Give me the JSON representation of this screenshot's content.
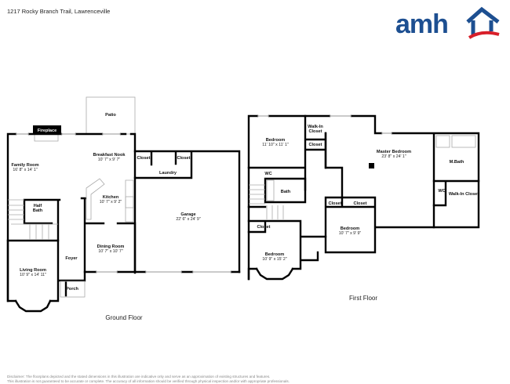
{
  "header": {
    "address": "1217 Rocky Branch Trail, Lawrenceville",
    "logo_text": "amh",
    "logo_colors": {
      "brand_blue": "#1d4f91",
      "brand_red": "#d81f2a"
    }
  },
  "ground_floor": {
    "label": "Ground Floor",
    "rooms": [
      {
        "name": "Patio",
        "dims": ""
      },
      {
        "name": "Fireplace",
        "dims": ""
      },
      {
        "name": "Family Room",
        "dims": "16' 8\" x 14' 1\""
      },
      {
        "name": "Breakfast Nook",
        "dims": "10' 7\" x 9' 7\""
      },
      {
        "name": "Closet",
        "dims": ""
      },
      {
        "name": "Closet",
        "dims": ""
      },
      {
        "name": "Laundry",
        "dims": ""
      },
      {
        "name": "Kitchen",
        "dims": "10' 7\" x 9' 2\""
      },
      {
        "name": "Garage",
        "dims": "22' 6\" x 24' 9\""
      },
      {
        "name": "Half Bath",
        "dims": ""
      },
      {
        "name": "Dining Room",
        "dims": "10' 7\" x 10' 7\""
      },
      {
        "name": "Foyer",
        "dims": ""
      },
      {
        "name": "Living Room",
        "dims": "10' 9\" x 14' 11\""
      },
      {
        "name": "Porch",
        "dims": ""
      }
    ]
  },
  "first_floor": {
    "label": "First Floor",
    "rooms": [
      {
        "name": "Bedroom",
        "dims": "11' 10\" x 11' 1\""
      },
      {
        "name": "Walk-In Closet",
        "dims": ""
      },
      {
        "name": "Closet",
        "dims": ""
      },
      {
        "name": "WC",
        "dims": ""
      },
      {
        "name": "Bath",
        "dims": ""
      },
      {
        "name": "Master Bedroom",
        "dims": "23' 8\" x 24' 1\""
      },
      {
        "name": "M.Bath",
        "dims": ""
      },
      {
        "name": "WC",
        "dims": ""
      },
      {
        "name": "Walk-In Closet",
        "dims": ""
      },
      {
        "name": "Closet",
        "dims": ""
      },
      {
        "name": "Closet",
        "dims": ""
      },
      {
        "name": "Bedroom",
        "dims": "10' 7\" x 9' 9\""
      },
      {
        "name": "Closet",
        "dims": ""
      },
      {
        "name": "Bedroom",
        "dims": "10' 9\" x 15' 2\""
      }
    ]
  },
  "footer": {
    "disclaimer_line1": "Disclaimer: The floorplans depicted and the stated dimensions in this illustration are indicative only and serve as an approximation of existing structures and features.",
    "disclaimer_line2": "This illustration is not guaranteed to be accurate or complete. The accuracy of all information should be verified through physical inspection and/or with appropriate professionals."
  }
}
